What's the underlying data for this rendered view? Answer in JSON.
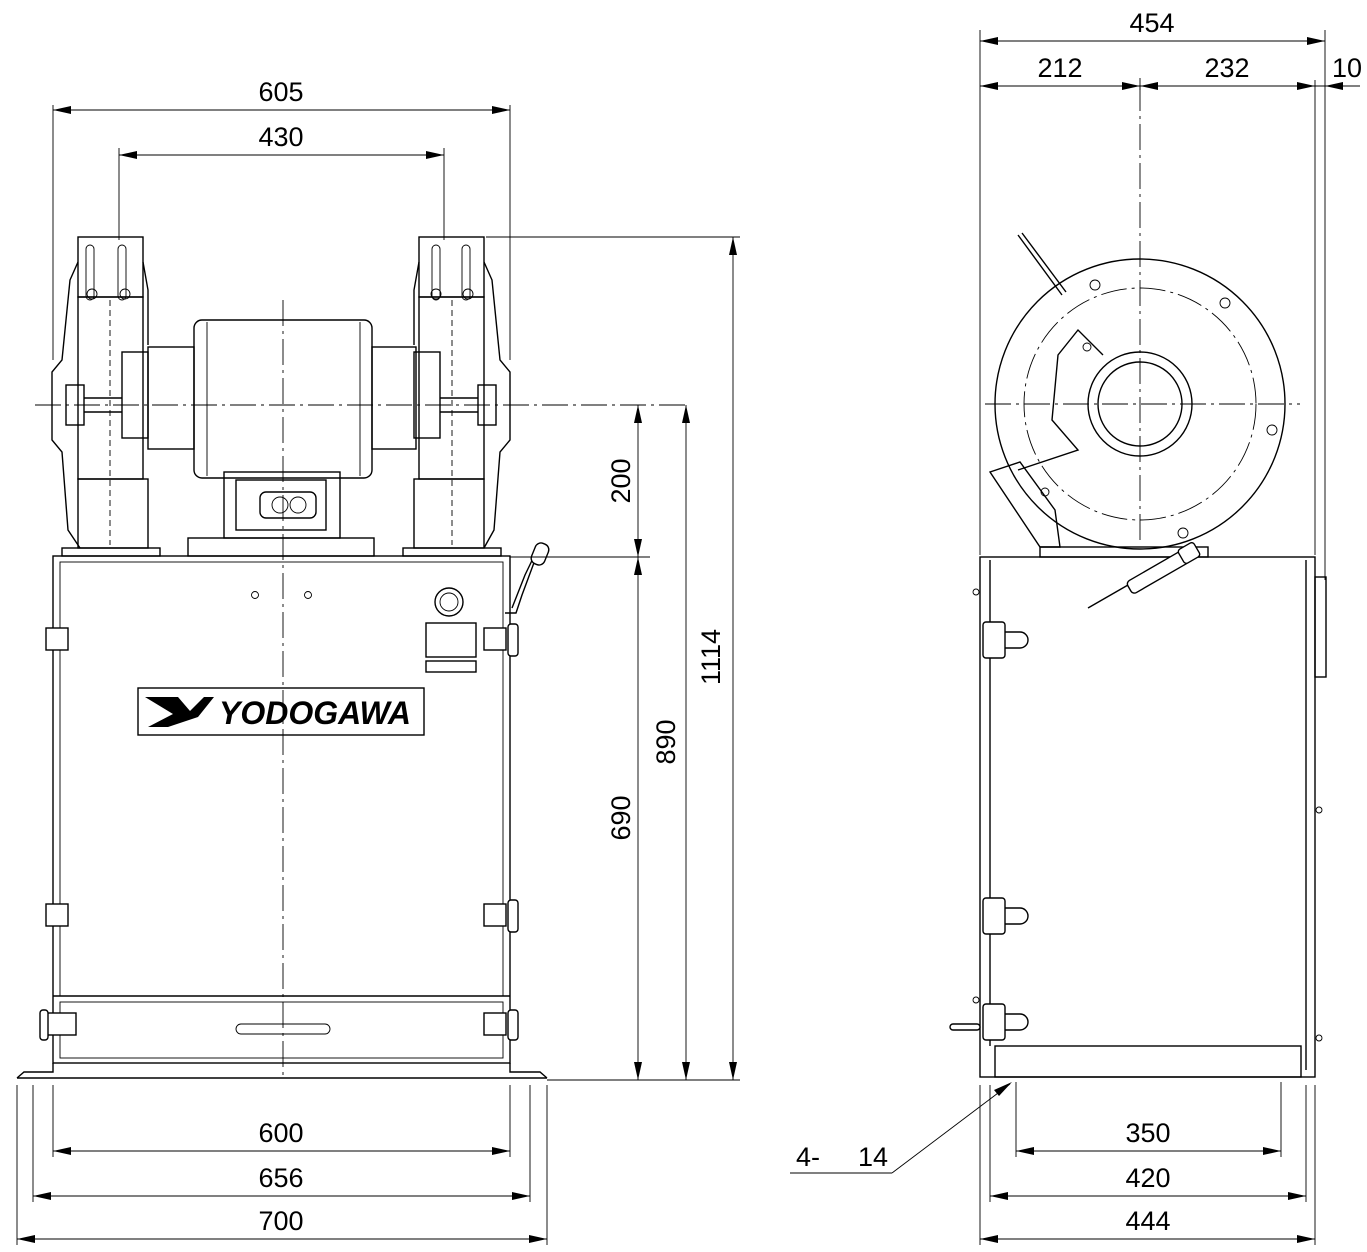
{
  "brand": {
    "name": "YODOGAWA"
  },
  "front_view": {
    "dimensions": {
      "overall_width_top": "605",
      "wheel_center_span": "430",
      "height_total": "1114",
      "height_to_spindle": "890",
      "spindle_above_cabinet": "200",
      "cabinet_height": "690",
      "anchor_span": "600",
      "base_width": "656",
      "overall_width_bottom": "700"
    }
  },
  "side_view": {
    "dimensions": {
      "overall_depth": "454",
      "front_to_spindle": "212",
      "spindle_to_rear": "232",
      "rear_offset": "10",
      "anchor_span": "350",
      "base_depth": "420",
      "overall_depth_bottom": "444"
    },
    "anchor_hole_note": {
      "prefix": "4-",
      "value": "14"
    }
  }
}
